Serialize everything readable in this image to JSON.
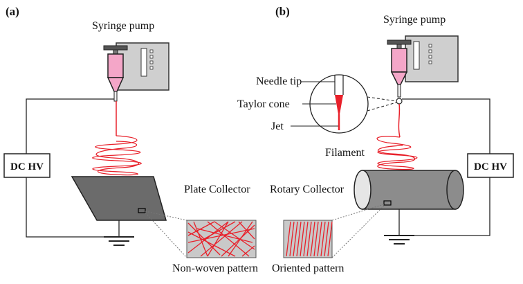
{
  "panels": {
    "a": {
      "label": "(a)",
      "pump_label": "Syringe pump",
      "power_label": "DC HV",
      "collector_label": "Plate Collector",
      "pattern_label": "Non-woven pattern"
    },
    "b": {
      "label": "(b)",
      "pump_label": "Syringe pump",
      "power_label": "DC HV",
      "collector_label": "Rotary Collector",
      "pattern_label": "Oriented pattern",
      "filament_label": "Filament",
      "inset_labels": {
        "needle_tip": "Needle tip",
        "taylor_cone": "Taylor cone",
        "jet": "Jet"
      }
    }
  },
  "colors": {
    "fiber": "#e8202a",
    "syringe_fluid": "#f4a6c8",
    "pump_body": "#cfcfcf",
    "plate": "#6b6b6b",
    "drum": "#8c8c8c",
    "pattern_bg": "#c9c9c9"
  }
}
